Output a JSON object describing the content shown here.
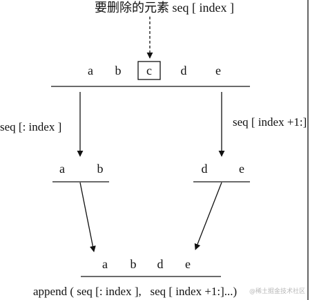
{
  "title": "要删除的元素 seq [ index ]",
  "top_row": [
    "a",
    "b",
    "c",
    "d",
    "e"
  ],
  "highlight": "c",
  "left_label": "seq [: index ]",
  "right_label": "seq [ index +1:]",
  "left_row": [
    "a",
    "b"
  ],
  "right_row": [
    "d",
    "e"
  ],
  "bottom_row": [
    "a",
    "b",
    "d",
    "e"
  ],
  "bottom_formula": "append ( seq [: index ],   seq [ index +1:]...)",
  "watermark": "@稀土掘金技术社区"
}
